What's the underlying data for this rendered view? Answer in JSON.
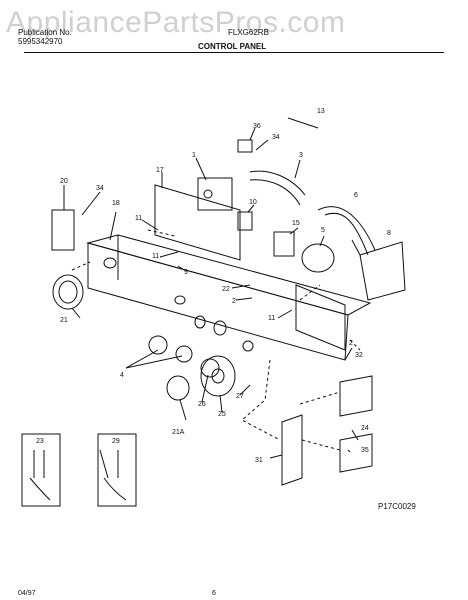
{
  "header": {
    "publication_label": "Publication No.",
    "publication_number": "5995342970",
    "model": "FLXG62RB",
    "section_title": "CONTROL PANEL"
  },
  "watermark": "AppliancePartsPros.com",
  "diagram": {
    "part_callouts": [
      "13",
      "36",
      "34",
      "1",
      "3",
      "17",
      "20",
      "34",
      "18",
      "11",
      "10",
      "6",
      "15",
      "8",
      "5",
      "11",
      "9",
      "22",
      "2",
      "11",
      "21",
      "4",
      "32",
      "2",
      "27",
      "26",
      "25",
      "21A",
      "24",
      "35",
      "31"
    ],
    "inset_labels": [
      "23",
      "29"
    ],
    "drawing_code": "P17C0029"
  },
  "footer": {
    "date": "04/97",
    "page": "6"
  }
}
